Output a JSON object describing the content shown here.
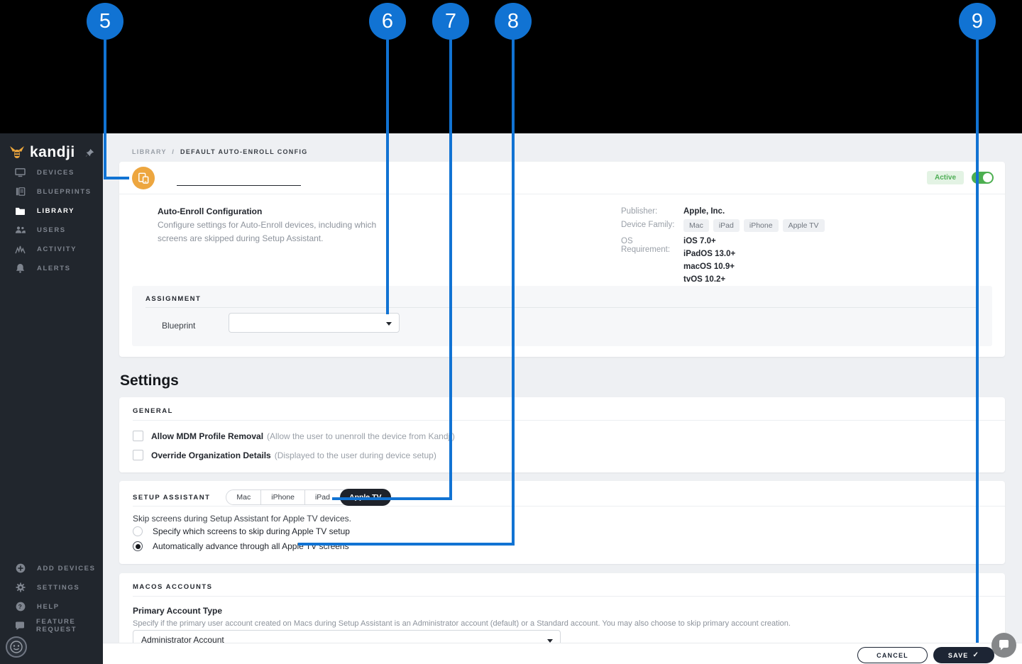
{
  "callouts": {
    "numbers": [
      "5",
      "6",
      "7",
      "8",
      "9"
    ]
  },
  "sidebar": {
    "logo_text": "kandji",
    "nav": [
      {
        "label": "DEVICES",
        "icon": "monitor-icon",
        "active": false
      },
      {
        "label": "BLUEPRINTS",
        "icon": "blueprints-icon",
        "active": false
      },
      {
        "label": "LIBRARY",
        "icon": "folder-icon",
        "active": true
      },
      {
        "label": "USERS",
        "icon": "users-icon",
        "active": false
      },
      {
        "label": "ACTIVITY",
        "icon": "activity-icon",
        "active": false
      },
      {
        "label": "ALERTS",
        "icon": "bell-icon",
        "active": false
      }
    ],
    "footer_nav": [
      {
        "label": "ADD DEVICES",
        "icon": "plus-circle-icon"
      },
      {
        "label": "SETTINGS",
        "icon": "gear-icon"
      },
      {
        "label": "HELP",
        "icon": "question-circle-icon"
      },
      {
        "label": "FEATURE REQUEST",
        "icon": "speech-bubble-icon"
      }
    ]
  },
  "breadcrumb": {
    "parent": "LIBRARY",
    "separator": "/",
    "current": "DEFAULT AUTO-ENROLL CONFIG"
  },
  "header_card": {
    "title_value": "",
    "status_badge": "Active",
    "toggle_state": "on",
    "info_title": "Auto-Enroll Configuration",
    "info_description": "Configure settings for Auto-Enroll devices, including which screens are skipped during Setup Assistant.",
    "publisher_label": "Publisher:",
    "publisher_value": "Apple, Inc.",
    "device_family_label": "Device Family:",
    "device_family": [
      "Mac",
      "iPad",
      "iPhone",
      "Apple TV"
    ],
    "os_requirement_label": "OS Requirement:",
    "os_requirements": [
      "iOS 7.0+",
      "iPadOS 13.0+",
      "macOS 10.9+",
      "tvOS 10.2+"
    ]
  },
  "assignment": {
    "section_title": "ASSIGNMENT",
    "blueprint_label": "Blueprint",
    "blueprint_value": ""
  },
  "settings": {
    "heading": "Settings",
    "general": {
      "section_title": "GENERAL",
      "checkboxes": [
        {
          "label": "Allow MDM Profile Removal",
          "note": "(Allow the user to unenroll the device from Kandji)",
          "checked": false
        },
        {
          "label": "Override Organization Details",
          "note": "(Displayed to the user during device setup)",
          "checked": false
        }
      ]
    },
    "setup_assistant": {
      "section_title": "SETUP ASSISTANT",
      "tabs": [
        {
          "label": "Mac",
          "active": false
        },
        {
          "label": "iPhone",
          "active": false
        },
        {
          "label": "iPad",
          "active": false
        },
        {
          "label": "Apple TV",
          "active": true
        }
      ],
      "description": "Skip screens during Setup Assistant for Apple TV devices.",
      "radios": [
        {
          "label": "Specify which screens to skip during Apple TV setup",
          "selected": false
        },
        {
          "label": "Automatically advance through all Apple TV screens",
          "selected": true
        }
      ]
    },
    "macos_accounts": {
      "section_title": "MACOS ACCOUNTS",
      "field_title": "Primary Account Type",
      "field_description": "Specify if the primary user account created on Macs during Setup Assistant is an Administrator account (default) or a Standard account. You may also choose to skip primary account creation.",
      "dropdown_value": "Administrator Account"
    }
  },
  "footer": {
    "cancel_label": "CANCEL",
    "save_label": "SAVE",
    "save_check": "✓"
  },
  "colors": {
    "callout_blue": "#1173d3",
    "sidebar_bg": "#21262d",
    "content_bg": "#eef0f3",
    "accent_orange": "#eda63f",
    "active_green": "#4caf50",
    "badge_green_bg": "#e3f3e4",
    "dark_button": "#1d2534"
  },
  "icons": {
    "kandji-logo-icon": "bee",
    "pin-icon": "pushpin",
    "monitor-icon": "display",
    "blueprints-icon": "documents",
    "folder-icon": "folder",
    "users-icon": "people",
    "activity-icon": "pulse",
    "bell-icon": "bell",
    "plus-circle-icon": "circled plus",
    "gear-icon": "gear",
    "question-circle-icon": "circled question mark",
    "speech-bubble-icon": "chat bubble",
    "smiley-icon": "smiley face",
    "device-icon": "tablet and phone",
    "dropdown-caret-icon": "down triangle",
    "chat-launcher-icon": "chat bubble"
  }
}
